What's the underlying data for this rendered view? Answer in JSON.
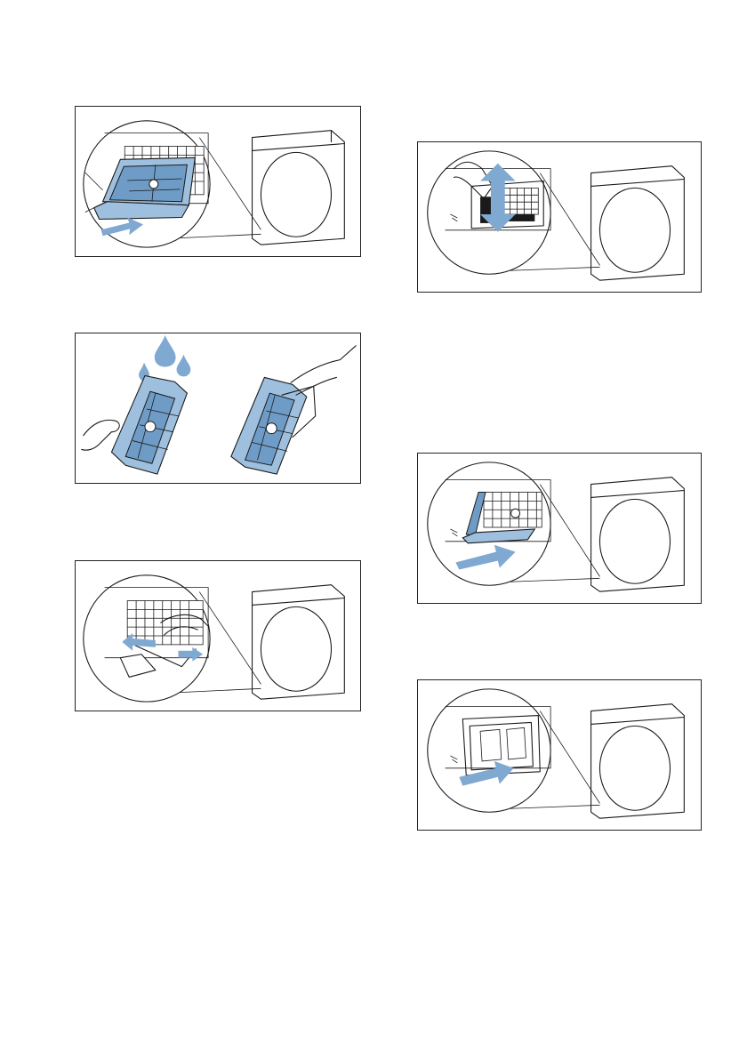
{
  "page": {
    "background": "#ffffff"
  },
  "colors": {
    "accent_blue": "#7fa9d1",
    "line": "#1a1a1a"
  },
  "figures": [
    {
      "id": "remove-filter",
      "icon": "pull-out-arrow-icon"
    },
    {
      "id": "rinse-and-wipe-filter",
      "icon": "water-drops-icon"
    },
    {
      "id": "wipe-compartment",
      "icon": "left-right-arrows-icon"
    },
    {
      "id": "clean-with-brush",
      "icon": "up-down-arrow-icon"
    },
    {
      "id": "insert-filter",
      "icon": "push-in-arrow-icon"
    },
    {
      "id": "close-cover",
      "icon": "push-in-arrow-icon"
    }
  ]
}
